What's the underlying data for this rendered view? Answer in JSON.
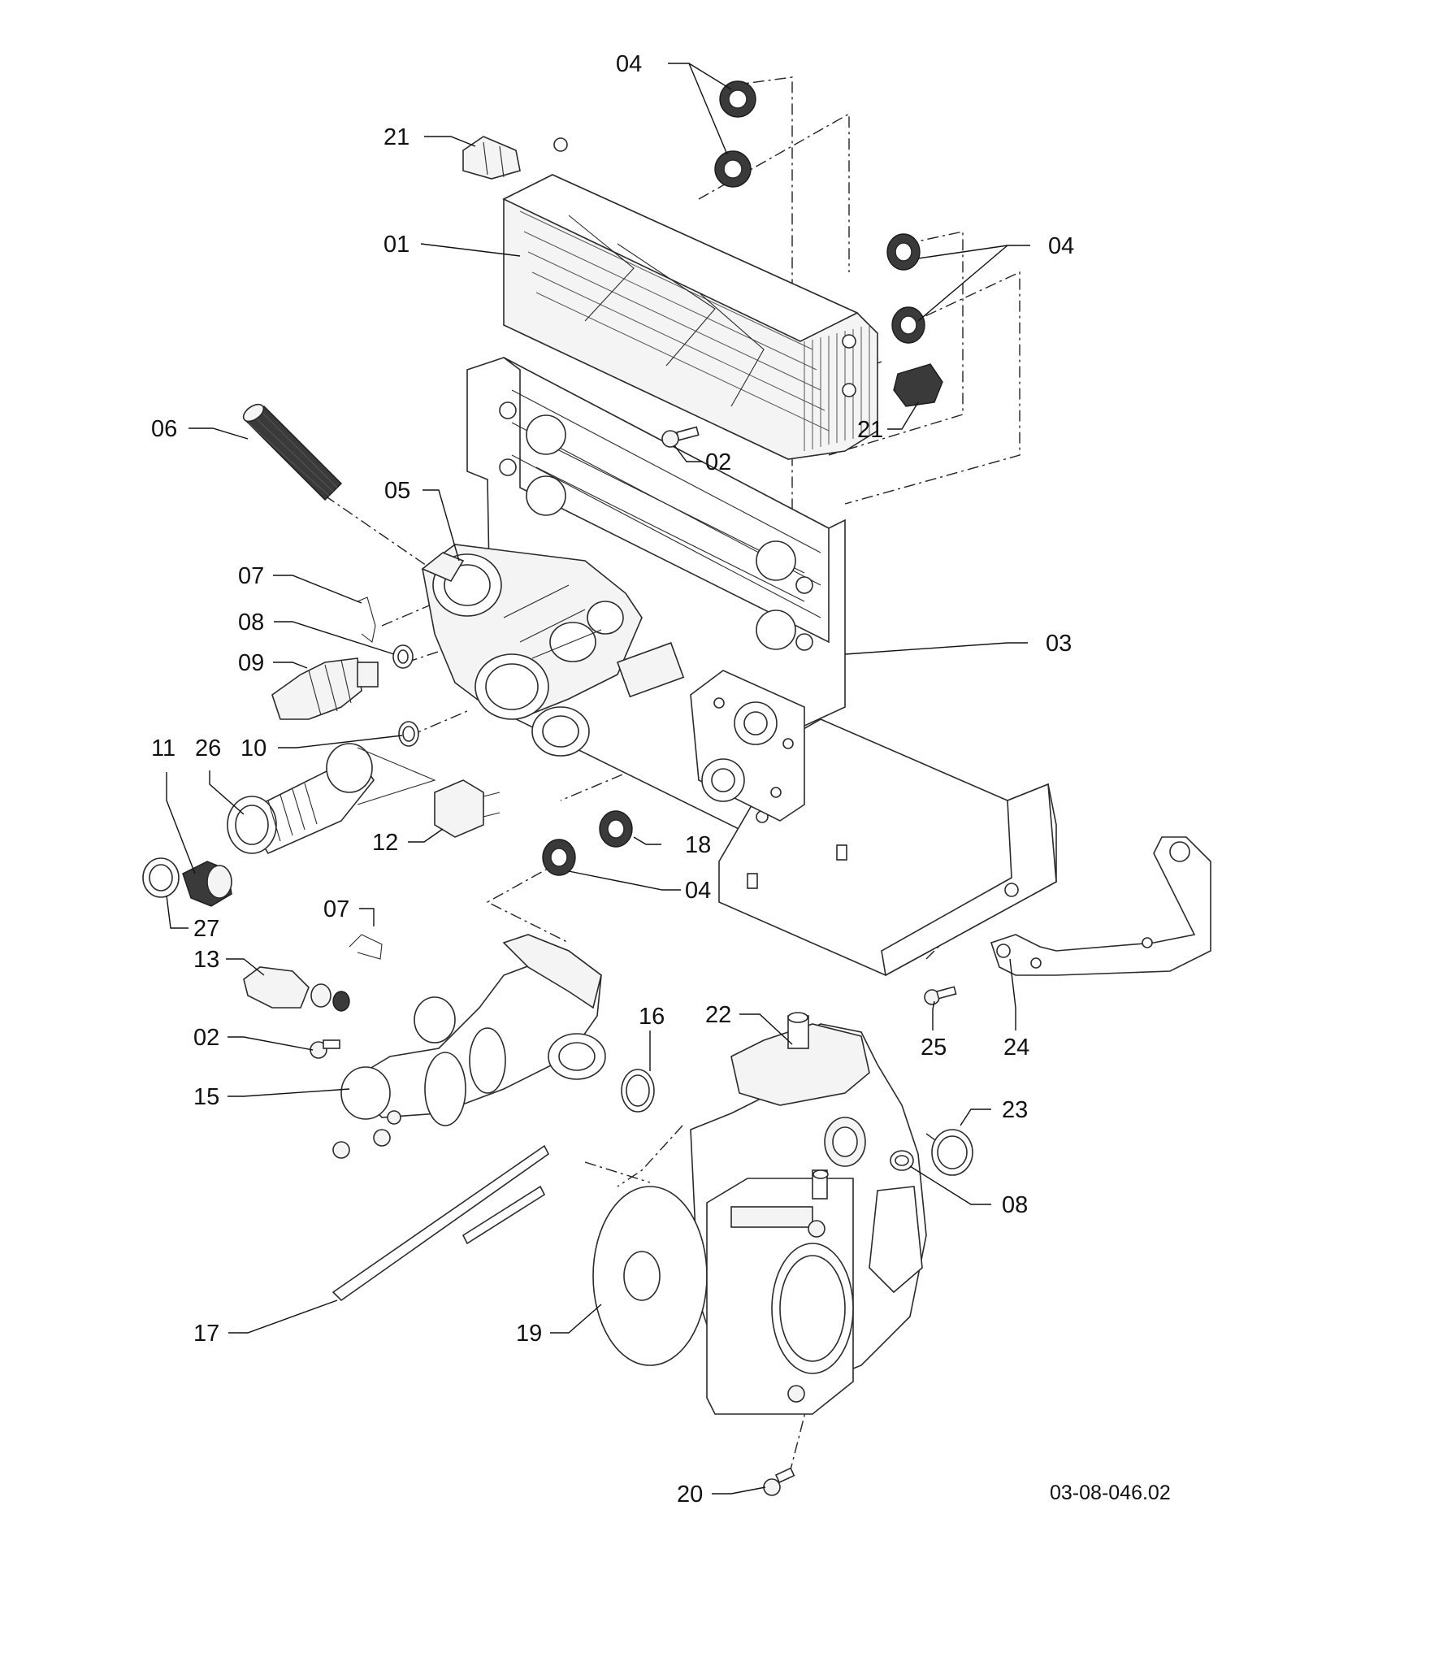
{
  "callouts": {
    "c04_top": "04",
    "c21_top": "21",
    "c01": "01",
    "c04_right": "04",
    "c21_right": "21",
    "c02_top": "02",
    "c06": "06",
    "c05": "05",
    "c07_top": "07",
    "c08_top": "08",
    "c09": "09",
    "c03": "03",
    "c11": "11",
    "c26": "26",
    "c10": "10",
    "c12": "12",
    "c18": "18",
    "c04_bottom": "04",
    "c27": "27",
    "c07_mid": "07",
    "c13": "13",
    "c02_mid": "02",
    "c15": "15",
    "c16": "16",
    "c22": "22",
    "c25": "25",
    "c24": "24",
    "c23": "23",
    "c08_bottom": "08",
    "c17": "17",
    "c19": "19",
    "c20": "20"
  },
  "reference": "03-08-046.02"
}
